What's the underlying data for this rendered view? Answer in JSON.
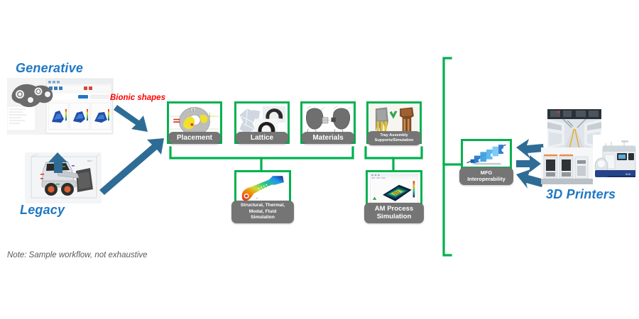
{
  "diagram": {
    "title_labels": {
      "generative": "Generative",
      "legacy": "Legacy",
      "bionic_shapes": "Bionic shapes",
      "printers": "3D Printers"
    },
    "note": "Note: Sample workflow, not exhaustive",
    "colors": {
      "card_border_green": "#00B14F",
      "caption_gray": "#757575",
      "arrow_blue": "#2E6C96",
      "label_blue": "#1F77C4",
      "label_red": "#FF0000",
      "note_gray": "#595959"
    },
    "inputs": [
      {
        "name": "generative-design",
        "label": "Generative",
        "icon": "generative-design-screenshot"
      },
      {
        "name": "legacy-machine",
        "label": "Legacy",
        "icon": "legacy-cad-machine-photo"
      }
    ],
    "cards": [
      {
        "id": "placement",
        "caption": "Placement",
        "icon": "build-plate-placement-thumb",
        "caption_lines": [
          "Placement"
        ]
      },
      {
        "id": "lattice",
        "caption": "Lattice",
        "icon": "lattice-structure-thumb",
        "caption_lines": [
          "Lattice"
        ]
      },
      {
        "id": "materials",
        "caption": "Materials",
        "icon": "materials-comparison-thumb",
        "caption_lines": [
          "Materials"
        ]
      },
      {
        "id": "tray-assembly",
        "caption": "Tray Assembly Supports/Simulation",
        "icon": "tray-assembly-supports-thumb",
        "caption_lines": [
          "Tray Assembly",
          "Supports/Simulation"
        ]
      },
      {
        "id": "structural-simulation",
        "caption": "Structural, Thermal, Modal, Fluid Simulation",
        "icon": "fea-stress-bracket-thumb",
        "caption_lines": [
          "Structural, Thermal,",
          "Modal, Fluid",
          "Simulation"
        ]
      },
      {
        "id": "am-process-simulation",
        "caption": "AM Process Simulation",
        "icon": "am-process-simulation-thumb",
        "caption_lines": [
          "AM Process",
          "Simulation"
        ]
      },
      {
        "id": "mfg-interoperability",
        "caption": "MFG Interoperability",
        "icon": "puzzle-pieces-thumb",
        "caption_lines": [
          "MFG",
          "Interoperability"
        ]
      }
    ],
    "outputs": [
      {
        "id": "printer-farm",
        "icon": "printer-farm-corridor-photo"
      },
      {
        "id": "printer-row",
        "icon": "three-printers-photo"
      },
      {
        "id": "industrial-printer",
        "icon": "industrial-3d-printer-photo"
      }
    ]
  }
}
